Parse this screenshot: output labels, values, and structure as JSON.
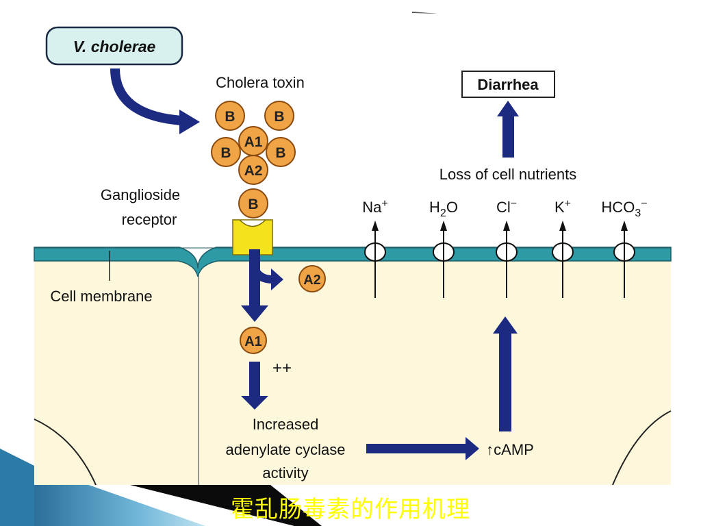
{
  "source_label": "V. cholerae",
  "toxin": {
    "title": "Cholera toxin",
    "subunits": [
      "B",
      "B",
      "A1",
      "B",
      "B",
      "A2",
      "B"
    ]
  },
  "receptor_label": [
    "Ganglioside",
    "receptor"
  ],
  "membrane_label": "Cell membrane",
  "released_subunit": "A2",
  "active_subunit": "A1",
  "activation_mark": "++",
  "enzyme_label": [
    "Increased",
    "adenylate cyclase",
    "activity"
  ],
  "camp_label": "↑cAMP",
  "ions": [
    {
      "name": "Na+",
      "base": "Na",
      "sub": "",
      "sup": "+"
    },
    {
      "name": "H2O",
      "base": "H",
      "sub": "2",
      "after": "O",
      "sup": ""
    },
    {
      "name": "Cl−",
      "base": "Cl",
      "sub": "",
      "sup": "−"
    },
    {
      "name": "K+",
      "base": "K",
      "sub": "",
      "sup": "+"
    },
    {
      "name": "HCO3−",
      "base": "HCO",
      "sub": "3",
      "sup": "−"
    }
  ],
  "loss_label": "Loss of cell nutrients",
  "outcome_label": "Diarrhea",
  "caption": "霍乱肠毒素的作用机理",
  "colors": {
    "membrane": "#2e9aa6",
    "cell": "#fdf8dc",
    "arrow": "#1c2a82",
    "toxin": "#f0a445",
    "receptor": "#f3e21c",
    "caption": "#ffff00"
  }
}
